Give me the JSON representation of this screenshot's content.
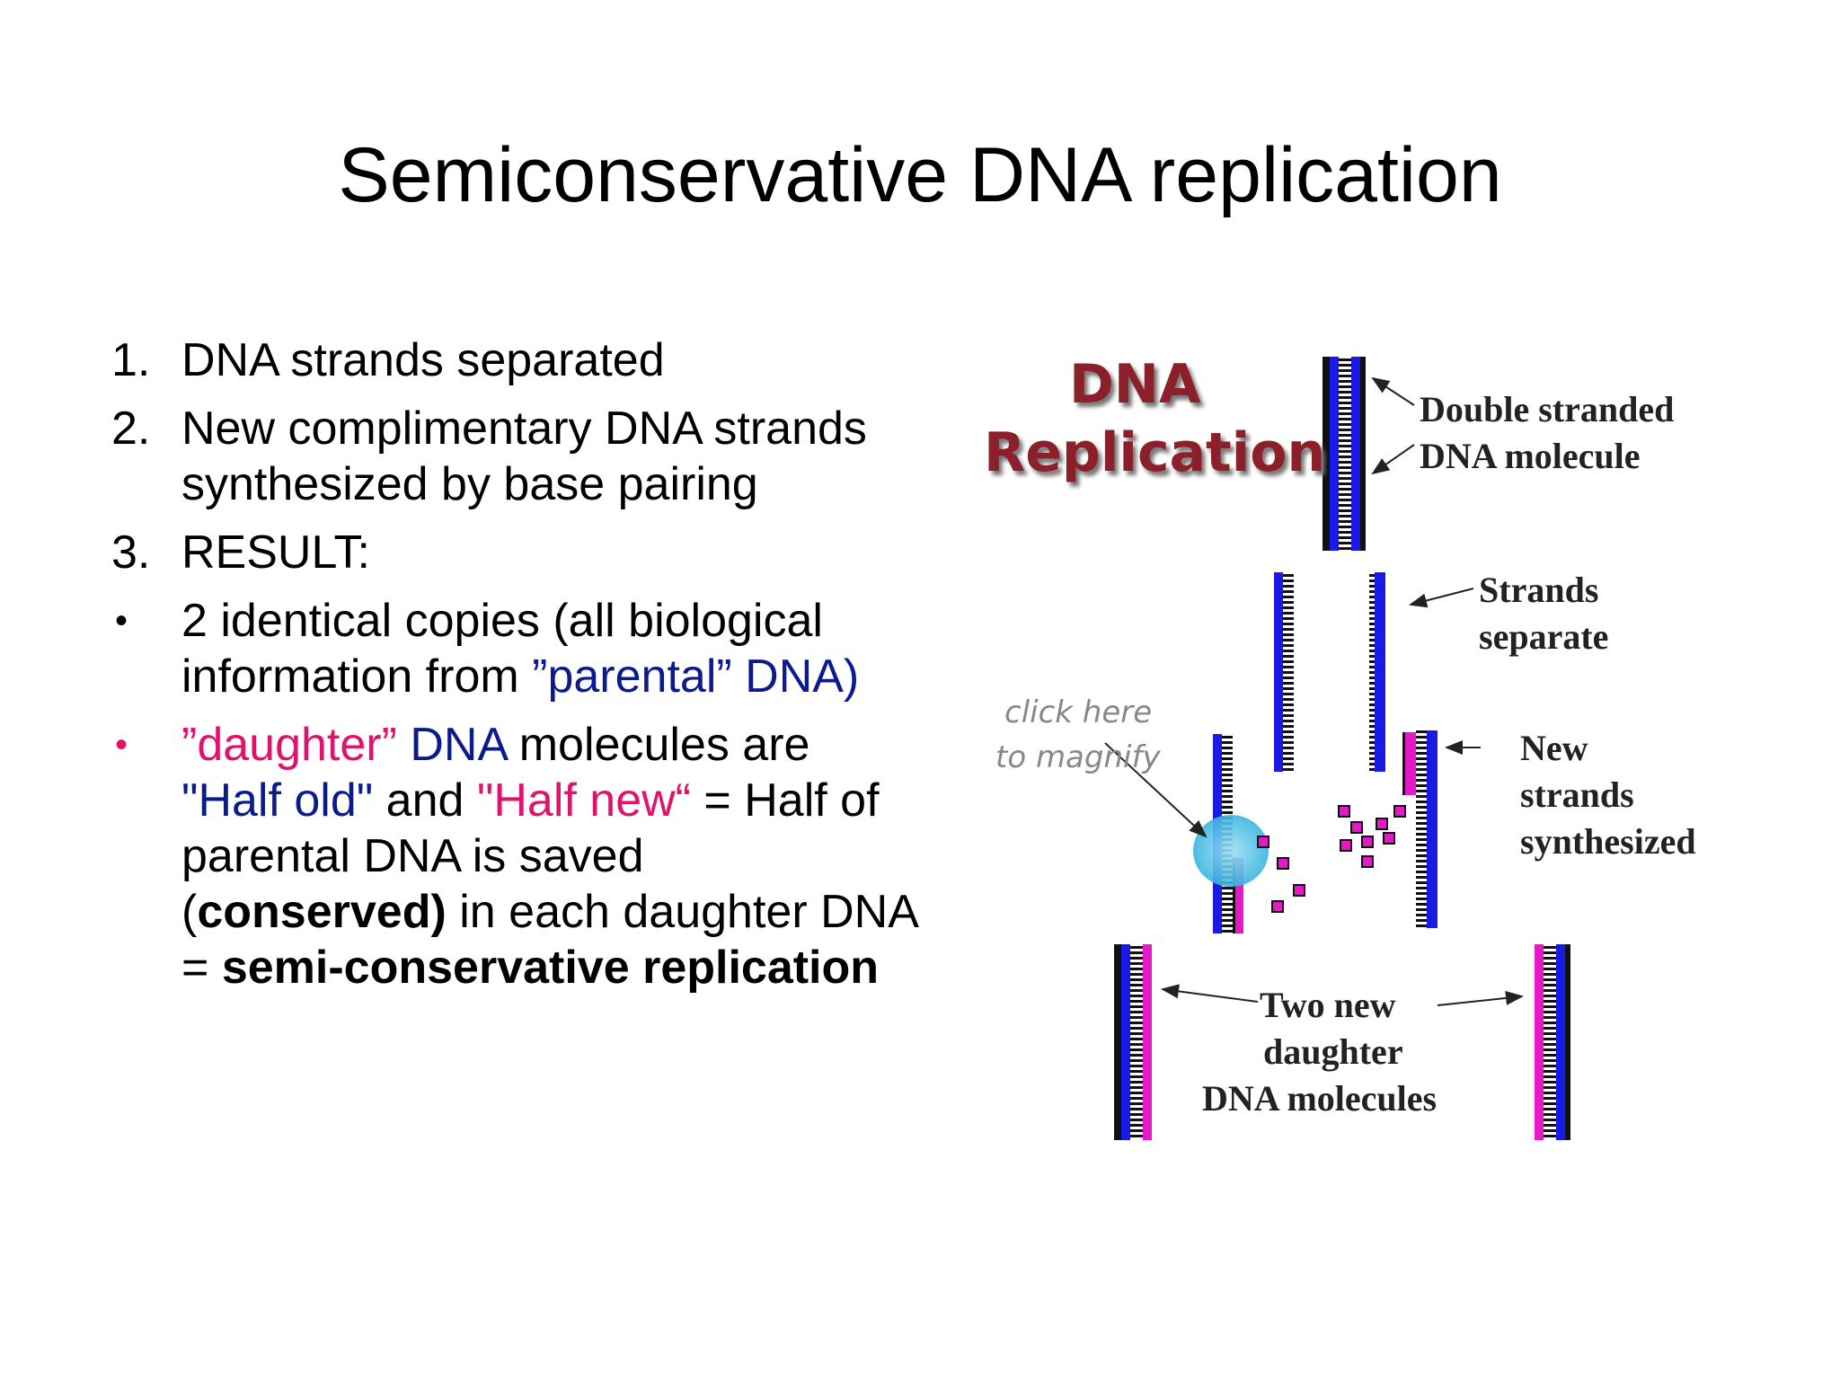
{
  "title": "Semiconservative DNA replication",
  "list": {
    "item1": {
      "marker": "1.",
      "text": "DNA strands separated"
    },
    "item2": {
      "marker": "2.",
      "text": "New complimentary DNA strands synthesized by base pairing"
    },
    "item3": {
      "marker": "3.",
      "text": "RESULT:"
    },
    "bullet1": {
      "marker": "•",
      "part1": "2 identical copies (all biological information from ",
      "part2": "”parental” DNA)"
    },
    "bullet2": {
      "marker": "•",
      "p1": "”daughter”",
      "p2": " DNA",
      "p3": " molecules are ",
      "p4": "\"Half old\"",
      "p5": " and ",
      "p6": "\"Half new“",
      "p7": " = Half of parental DNA is saved (",
      "p8": "conserved)",
      "p9": " in each daughter DNA = ",
      "p10": "semi-conservative replication"
    }
  },
  "figure": {
    "title_line1": "DNA",
    "title_line2": "Replication",
    "click_line1": "click here",
    "click_line2": "to magnify",
    "label_double_1": "Double stranded",
    "label_double_2": "DNA molecule",
    "label_separate_1": "Strands",
    "label_separate_2": "separate",
    "label_new_1": "New",
    "label_new_2": "strands",
    "label_new_3": "synthesized",
    "label_two_1": "Two new",
    "label_two_2": "daughter",
    "label_two_3": "DNA molecules",
    "colors": {
      "parental": "#1a1ae6",
      "new": "#e619c8",
      "enzyme": "#4fc3e8"
    }
  }
}
